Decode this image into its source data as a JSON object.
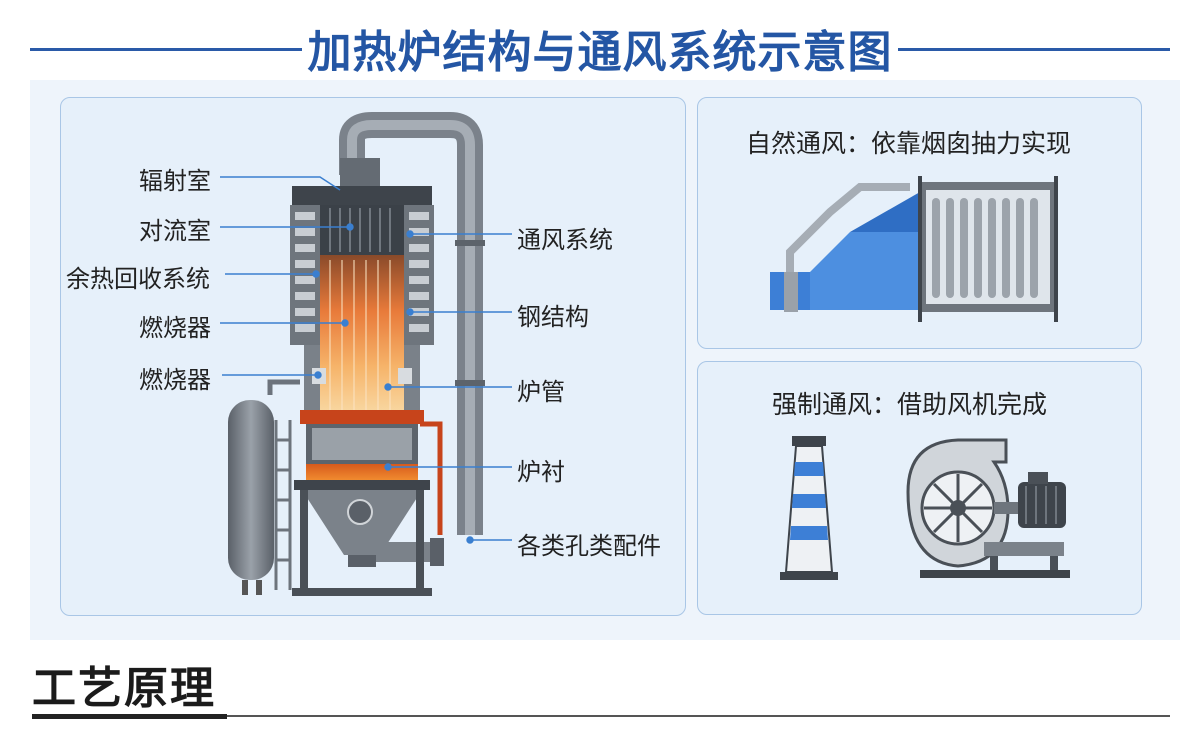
{
  "header": {
    "title": "加热炉结构与通风系统示意图"
  },
  "furnace_panel": {
    "left_labels": [
      "辐射室",
      "对流室",
      "余热回收系统",
      "燃烧器",
      "燃烧器"
    ],
    "right_labels": [
      "通风系统",
      "钢结构",
      "炉管",
      "炉衬",
      "各类孔类配件"
    ]
  },
  "natural_draft": {
    "caption": "自然通风：依靠烟囱抽力实现"
  },
  "forced_draft": {
    "caption": "强制通风：借助风机完成"
  },
  "section": {
    "title": "工艺原理"
  },
  "colors": {
    "title_blue": "#2456a4",
    "panel_bg": "#e6f0fa",
    "panel_border": "#a9c6e6",
    "steel_gray": "#5f656d",
    "flame_orange": "#e8772a",
    "duct_blue": "#3d7fd6",
    "callout_line": "#3a7fd0"
  }
}
